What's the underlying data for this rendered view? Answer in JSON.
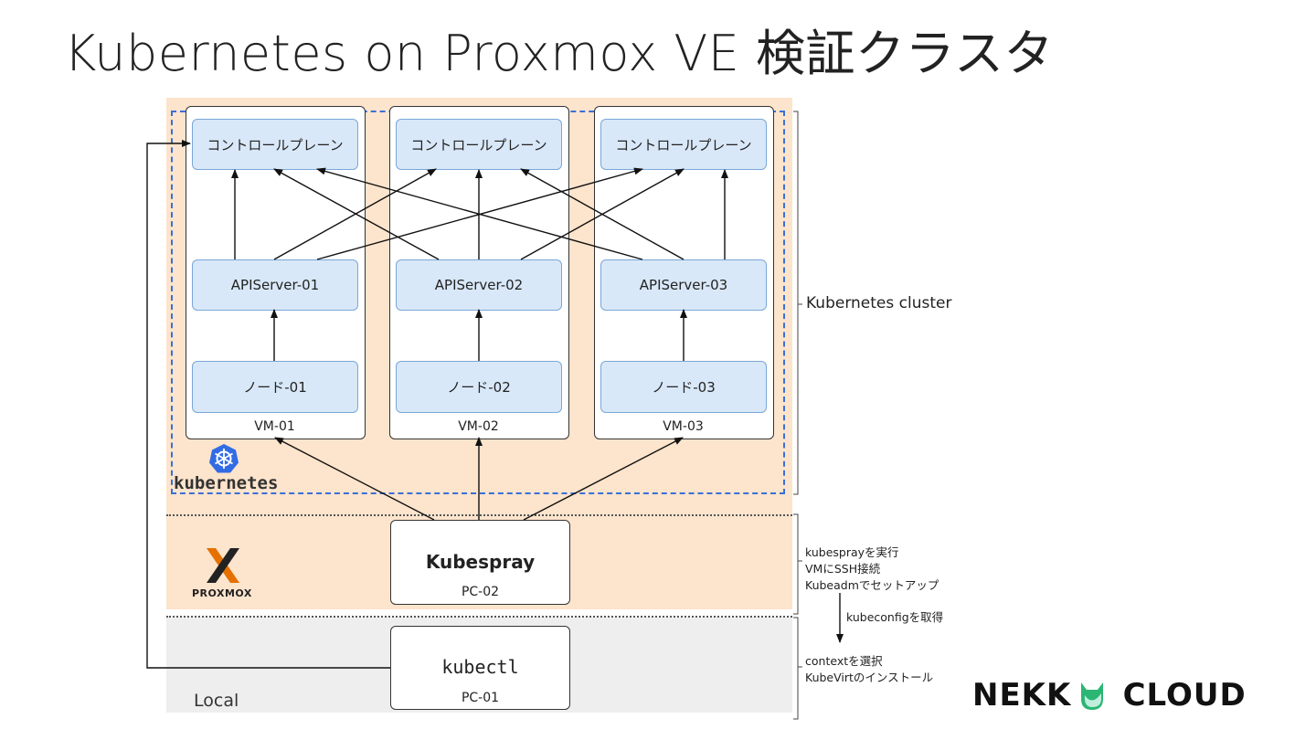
{
  "title": "Kubernetes on Proxmox VE 検証クラスタ",
  "colors": {
    "proxmox_band": "#fde4cc",
    "local_band": "#eeeeee",
    "k8s_dash": "#3b6fd8",
    "box_fill": "#d9e8f8",
    "box_border": "#7aa7d8"
  },
  "vms": [
    {
      "label": "VM-01",
      "control_plane": "コントロールプレーン",
      "api_server": "APIServer-01",
      "node": "ノード-01"
    },
    {
      "label": "VM-02",
      "control_plane": "コントロールプレーン",
      "api_server": "APIServer-02",
      "node": "ノード-02"
    },
    {
      "label": "VM-03",
      "control_plane": "コントロールプレーン",
      "api_server": "APIServer-03",
      "node": "ノード-03"
    }
  ],
  "kubernetes_logo_text": "kubernetes",
  "proxmox_logo_text": "PROXMOX",
  "kubespray": {
    "title": "Kubespray",
    "label": "PC-02"
  },
  "kubectl": {
    "title": "kubectl",
    "label": "PC-01"
  },
  "local_label": "Local",
  "cluster_label": "Kubernetes cluster",
  "kubespray_notes": [
    "kubesprayを実行",
    "VMにSSH接続",
    "Kubeadmでセットアップ"
  ],
  "kubeconfig_note": "kubeconfigを取得",
  "local_notes": [
    "contextを選択",
    "KubeVirtのインストール"
  ],
  "brand": {
    "left": "NEKK",
    "right": "CLOUD"
  }
}
